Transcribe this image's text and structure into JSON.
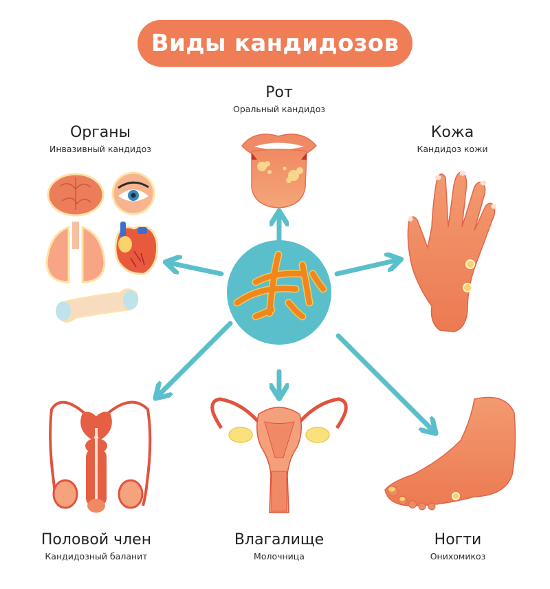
{
  "title": "Виды кандидозов",
  "colors": {
    "title_bg": "#ef7d56",
    "title_text": "#ffffff",
    "arrow": "#5bbfcb",
    "center_circle": "#5bbfcb",
    "skin": "#f0875f",
    "organ_red": "#e0533f",
    "lesion": "#f7d36a"
  },
  "center": {
    "icon": "candida-fungus-icon"
  },
  "categories": [
    {
      "id": "mouth",
      "title": "Рот",
      "subtitle": "Оральный кандидоз",
      "icon": "tongue-icon"
    },
    {
      "id": "organs",
      "title": "Органы",
      "subtitle": "Инвазивный кандидоз",
      "icon": "organs-icon"
    },
    {
      "id": "skin",
      "title": "Кожа",
      "subtitle": "Кандидоз кожи",
      "icon": "hand-icon"
    },
    {
      "id": "penis",
      "title": "Половой член",
      "subtitle": "Кандидозный баланит",
      "icon": "male-reproductive-icon"
    },
    {
      "id": "vagina",
      "title": "Влагалище",
      "subtitle": "Молочница",
      "icon": "uterus-icon"
    },
    {
      "id": "nails",
      "title": "Ногти",
      "subtitle": "Онихомикоз",
      "icon": "foot-icon"
    }
  ],
  "organs_group": [
    "brain",
    "eye",
    "lungs",
    "heart",
    "bone"
  ]
}
